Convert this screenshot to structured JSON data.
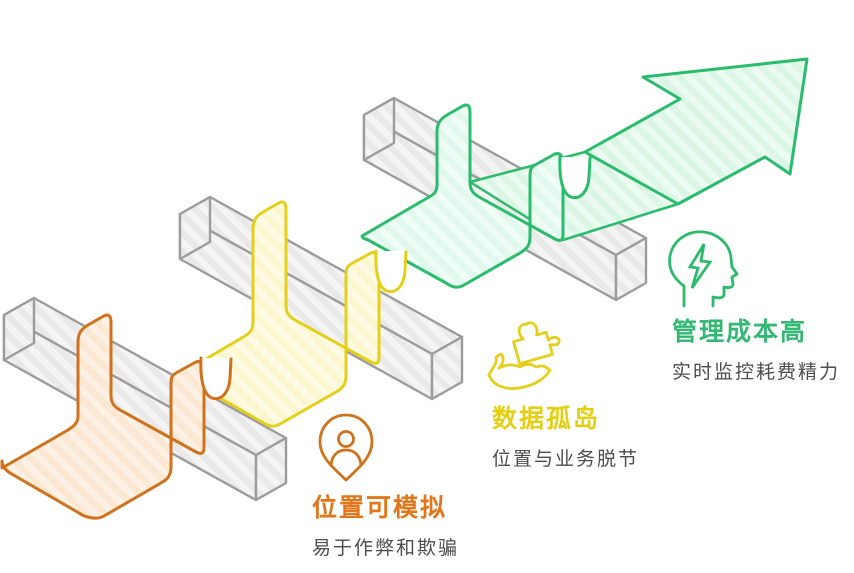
{
  "diagram_title": "",
  "arrow": {
    "meaning": "upward-success-arrow",
    "direction": "up-right"
  },
  "colors": {
    "orange_stroke": "#d0711c",
    "orange_fill": "#fce7d3",
    "orange_hatch": "#fdf1e5",
    "yellow_stroke": "#e4d01b",
    "yellow_fill": "#fdf7d0",
    "yellow_hatch": "#fefbe4",
    "green_stroke": "#2abc6c",
    "green_fill": "#e1f8ec",
    "green_hatch": "#effdf6",
    "mint_fill": "#dcf6e6",
    "mint_hatch": "#ebfbf2",
    "bar_stroke": "#9c9c9c",
    "bar_fill": "#f4f4f4",
    "bar_hatch": "#e9e9e9",
    "title_orange": "#e2761a",
    "title_yellow": "#e5cf14",
    "title_green": "#33b873",
    "subtitle_gray": "#4d4d4d"
  },
  "steps": [
    {
      "id": "position-simulatable",
      "icon": "person-pin-icon",
      "title": "位置可模拟",
      "subtitle": "易于作弊和欺骗",
      "accent": "#e2761a"
    },
    {
      "id": "data-silo",
      "icon": "hand-puzzle-icon",
      "title": "数据孤岛",
      "subtitle": "位置与业务脱节",
      "accent": "#e5cf14"
    },
    {
      "id": "management-cost-high",
      "icon": "head-lightning-icon",
      "title": "管理成本高",
      "subtitle": "实时监控耗费精力",
      "accent": "#33b873"
    }
  ]
}
